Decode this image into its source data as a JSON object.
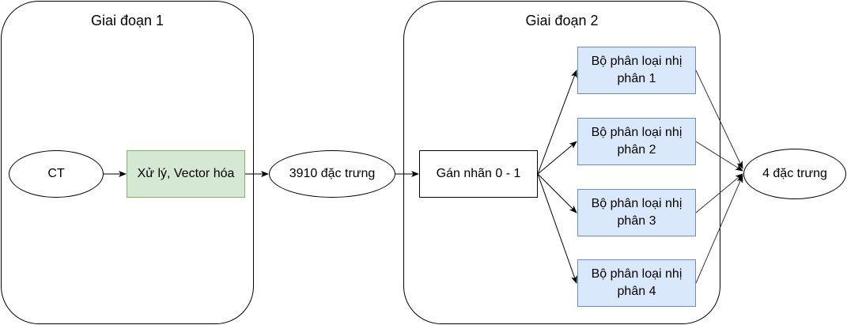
{
  "stages": [
    {
      "title": "Giai đoạn 1"
    },
    {
      "title": "Giai đoạn 2"
    }
  ],
  "nodes": {
    "ct": "CT",
    "process": "Xử lý, Vector hóa",
    "features_in": "3910 đặc trưng",
    "label": "Gán nhãn 0 - 1",
    "classifiers": [
      "Bộ phân loại nhị phân 1",
      "Bộ phân loại nhị phân 2",
      "Bộ phân loại nhị phân 3",
      "Bộ phân loại nhị phân 4"
    ],
    "features_out": "4 đặc trưng"
  },
  "colors": {
    "process_fill": "#d5e8d4",
    "process_stroke": "#82b366",
    "classifier_fill": "#dae8fc",
    "classifier_stroke": "#6c8ebf"
  }
}
